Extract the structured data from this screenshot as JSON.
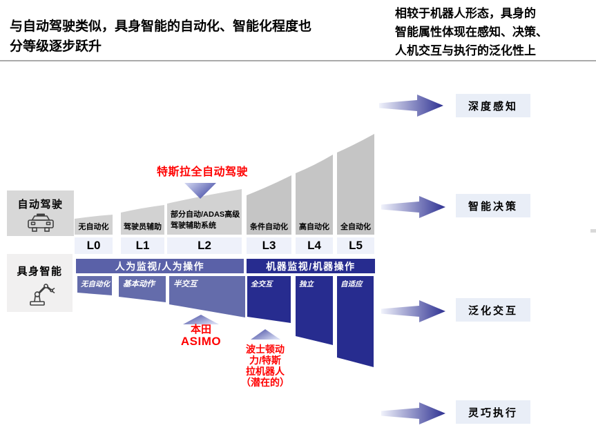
{
  "titles": {
    "left_line1": "与自动驾驶类似，具身智能的自动化、智能化程度也",
    "left_line2": "分等级逐步跃升",
    "right_line1": "相较于机器人形态，具身的",
    "right_line2": "智能属性体现在感知、决策、",
    "right_line3": "人机交互与执行的泛化性上"
  },
  "left_panel": {
    "autonomous_driving": "自动驾驶",
    "embodied_ai": "具身智能"
  },
  "funnel": {
    "levels": [
      "L0",
      "L1",
      "L2",
      "L3",
      "L4",
      "L5"
    ],
    "driving_stages": [
      "无自动化",
      "驾驶员辅助",
      [
        "部分自动/ADAS高级",
        "驾驶辅助系统"
      ],
      "条件自动化",
      "高自动化",
      "全自动化"
    ],
    "human_supervision": "人为监视/人为操作",
    "machine_supervision": "机器监视/机器操作",
    "embodied_stages": [
      "无自动化",
      "基本动作",
      "半交互",
      "全交互",
      "独立",
      "自适应"
    ]
  },
  "annotations": {
    "tesla_fsd": "特斯拉全自动驾驶",
    "honda_line1": "本田",
    "honda_line2": "ASIMO",
    "boston_lines": [
      "波士顿动",
      "力/特斯",
      "拉机器人",
      "（潜在的）"
    ]
  },
  "right_flow": [
    {
      "label": "深度感知"
    },
    {
      "label": "智能决策"
    },
    {
      "label": "泛化交互"
    },
    {
      "label": "灵巧执行"
    }
  ],
  "colors": {
    "navy": "#272c8f",
    "slate_header": "#5a61a8",
    "lavender_bar": "#646cab",
    "gray_bar_light": "#d2d2d2",
    "gray_bar_dark": "#c5c5c5",
    "level_box_bg": "#eef1fa",
    "flow_box_bg": "#e9eef7",
    "annotation_red": "#ff0000"
  }
}
